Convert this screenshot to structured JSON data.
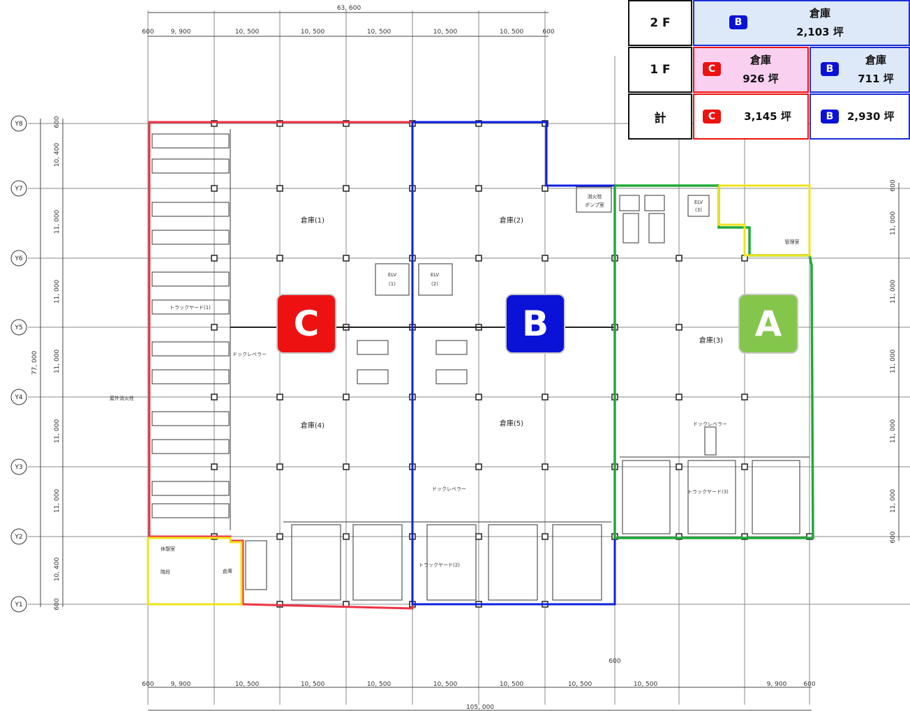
{
  "dimensions": {
    "top_total": "63, 600",
    "top_spans": [
      "600",
      "9, 900",
      "10, 500",
      "10, 500",
      "10, 500",
      "10, 500",
      "10, 500",
      "600"
    ],
    "bottom_total": "105, 000",
    "bottom_spans": [
      "600",
      "9, 900",
      "10, 500",
      "10, 500",
      "10, 500",
      "10, 500",
      "10, 500",
      "10, 500",
      "10, 500",
      "9, 900",
      "600"
    ],
    "bottom_extra": "600",
    "left_total": "77, 000",
    "left_spans": [
      "600",
      "10, 400",
      "11, 000",
      "11, 000",
      "11, 000",
      "11, 000",
      "11, 000",
      "10, 400",
      "600"
    ],
    "right_spans": [
      "600",
      "11, 000",
      "11, 000",
      "11, 000",
      "11, 000",
      "11, 000",
      "600"
    ]
  },
  "grid_axes": [
    "Y8",
    "Y7",
    "Y6",
    "Y5",
    "Y4",
    "Y3",
    "Y2",
    "Y1"
  ],
  "rooms": {
    "soko1": "倉庫(1)",
    "soko2": "倉庫(2)",
    "soko3": "倉庫(3)",
    "soko4": "倉庫(4)",
    "soko5": "倉庫(5)",
    "elv1": "ELV",
    "elv1n": "(1)",
    "elv2": "ELV",
    "elv2n": "(2)",
    "elv3": "ELV",
    "elv3n": "(3)",
    "kyukeishitsu": "休憩室",
    "soko_small": "倉庫",
    "kaidan": "階段",
    "kanrishitsu": "管理室",
    "pump": "消火栓",
    "pump2": "ポンプ室",
    "truck1": "トラックヤード(1)",
    "truck2": "トラックヤード(2)",
    "truck3": "トラックヤード(3)",
    "dock1": "ドックレベラー",
    "dock2": "ドックレベラー",
    "dock3": "ドックレベラー",
    "hydrant": "屋外消火栓"
  },
  "areas": [
    {
      "label": "C",
      "color": "#ee1111"
    },
    {
      "label": "B",
      "color": "#0a12d8"
    },
    {
      "label": "A",
      "color": "#84c64b"
    }
  ],
  "summary_table": {
    "rows": [
      {
        "floor": "2 F",
        "cells": [
          {
            "tenant": "B",
            "name": "倉庫",
            "area": "2,103 坪"
          }
        ]
      },
      {
        "floor": "1 F",
        "cells": [
          {
            "tenant": "C",
            "name": "倉庫",
            "area": "926 坪"
          },
          {
            "tenant": "B",
            "name": "倉庫",
            "area": "711 坪"
          }
        ]
      },
      {
        "floor": "計",
        "cells": [
          {
            "tenant": "C",
            "area": "3,145 坪"
          },
          {
            "tenant": "B",
            "area": "2,930 坪"
          }
        ]
      }
    ]
  },
  "colors": {
    "tenant_c": "#ee1111",
    "tenant_b": "#0a12d8",
    "tenant_a": "#84c64b",
    "common": "#f5e81e",
    "row_2f": "#dde9f8",
    "row_1f_c": "#f9d0f0"
  }
}
